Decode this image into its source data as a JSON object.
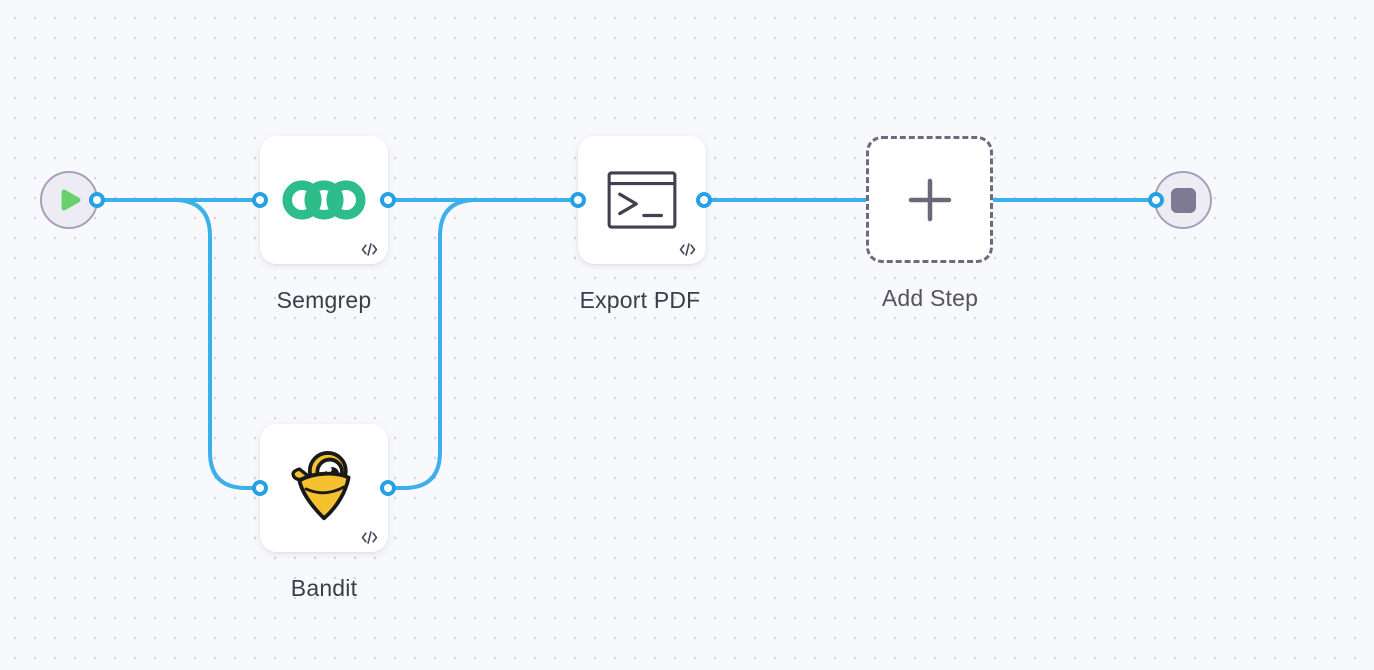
{
  "canvas": {
    "background_color": "#f8f9fc",
    "grid_dot_color": "#d0d2dd",
    "edge_color": "#3cb0e9",
    "port_ring_color": "#28a0e5"
  },
  "nodes": [
    {
      "id": "start",
      "kind": "start-trigger",
      "icon": "play-icon",
      "icon_color": "#6ccf6e"
    },
    {
      "id": "semgrep",
      "kind": "step",
      "label": "Semgrep",
      "icon": "semgrep-logo",
      "icon_color": "#2dbd8b",
      "badge_icon": "code-icon"
    },
    {
      "id": "export-pdf",
      "kind": "step",
      "label": "Export PDF",
      "icon": "terminal-icon",
      "icon_color": "#40404f",
      "badge_icon": "code-icon"
    },
    {
      "id": "add-step",
      "kind": "placeholder",
      "label": "Add Step",
      "icon": "plus-icon",
      "icon_color": "#6c6878",
      "border_style": "dashed"
    },
    {
      "id": "bandit",
      "kind": "step",
      "label": "Bandit",
      "icon": "bandit-logo",
      "icon_color": "#f5c12e",
      "badge_icon": "code-icon"
    },
    {
      "id": "end",
      "kind": "end-terminator",
      "icon": "stop-icon",
      "icon_color": "#7e7a94"
    }
  ],
  "edges": [
    {
      "from": "start",
      "to": "semgrep"
    },
    {
      "from": "start",
      "to": "bandit"
    },
    {
      "from": "semgrep",
      "to": "export-pdf"
    },
    {
      "from": "bandit",
      "to": "export-pdf"
    },
    {
      "from": "export-pdf",
      "to": "add-step"
    },
    {
      "from": "add-step",
      "to": "end"
    }
  ]
}
